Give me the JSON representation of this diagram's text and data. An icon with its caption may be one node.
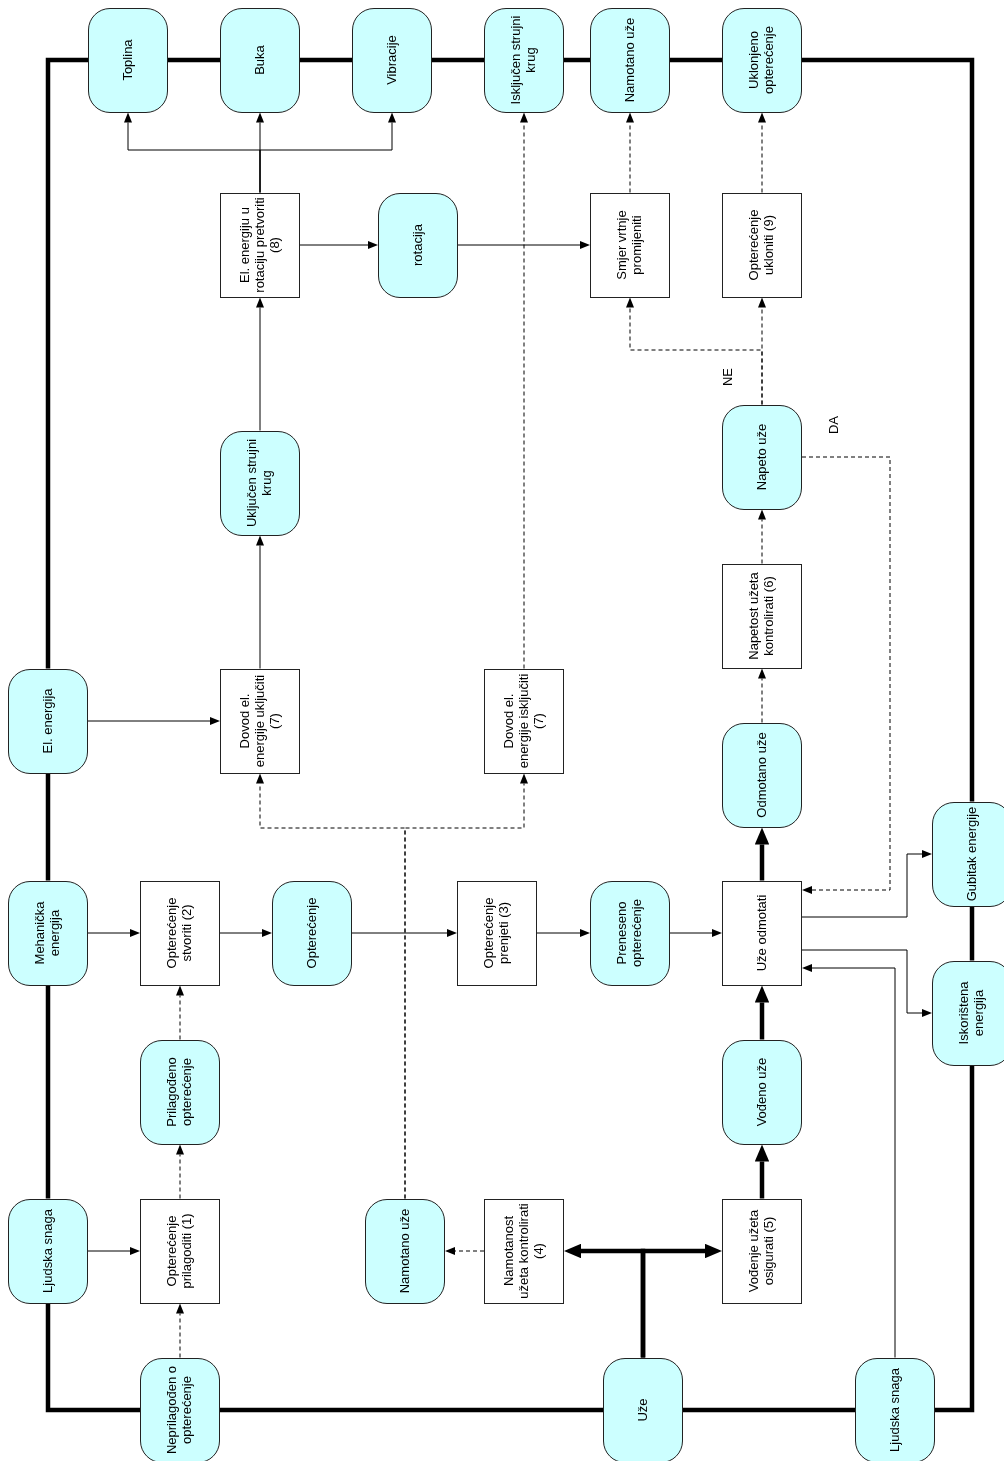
{
  "diagram": {
    "nodes": [
      {
        "text": [
          "Toplina"
        ]
      },
      {
        "text": [
          "Buka"
        ]
      },
      {
        "text": [
          "Vibracije"
        ]
      },
      {
        "text": [
          "Isključen strujni krug"
        ]
      },
      {
        "text": [
          "Namotano uže"
        ]
      },
      {
        "text": [
          "Uklonjeno opterećenje"
        ]
      },
      {
        "text": [
          "El. energiju u rotaciju pretvoriti (8)"
        ]
      },
      {
        "text": [
          "rotacija"
        ]
      },
      {
        "text": [
          "Smjer vrtnje promijeniti"
        ]
      },
      {
        "text": [
          "Opterećenje ukloniti (9)"
        ]
      },
      {
        "text": [
          "Napeto uže"
        ]
      },
      {
        "text": [
          "Uključen strujni krug"
        ]
      },
      {
        "text": [
          "Napetost užeta kontrolirati (6)"
        ]
      },
      {
        "text": [
          "El. energija"
        ]
      },
      {
        "text": [
          "Dovod el. energije uključiti (7)"
        ]
      },
      {
        "text": [
          "Dovod el. energije isključiti (7)"
        ]
      },
      {
        "text": [
          "Odmotano uže"
        ]
      },
      {
        "text": [
          "Gubitak energije"
        ]
      },
      {
        "text": [
          "Mehanička energija"
        ]
      },
      {
        "text": [
          "Opterećenje stvoriti (2)"
        ]
      },
      {
        "text": [
          "Opterećenje"
        ]
      },
      {
        "text": [
          "Opterećenje prenjeti (3)"
        ]
      },
      {
        "text": [
          "Preneseno opterećenje"
        ]
      },
      {
        "text": [
          "Uže odmotati"
        ]
      },
      {
        "text": [
          "Iskorištena energija"
        ]
      },
      {
        "text": [
          "Prilagođeno opterećenje"
        ]
      },
      {
        "text": [
          "Vođeno uže"
        ]
      },
      {
        "text": [
          "Ljudska snaga"
        ]
      },
      {
        "text": [
          "Opterećenje prilagoditi (1)"
        ]
      },
      {
        "text": [
          "Namotano uže"
        ]
      },
      {
        "text": [
          "Namotanost užeta kontrolirati (4)"
        ]
      },
      {
        "text": [
          "Vođenje užeta osigurati (5)"
        ]
      },
      {
        "text": [
          "Neprilagođen o opterećenje"
        ]
      },
      {
        "text": [
          "Uže"
        ]
      },
      {
        "text": [
          "Ljudska snaga"
        ]
      }
    ],
    "edges": [
      {
        "from": 6,
        "to": 0,
        "arrow": "to"
      },
      {
        "from": 6,
        "to": 1,
        "arrow": "to"
      },
      {
        "from": 6,
        "to": 2,
        "arrow": "to"
      },
      {
        "from": 11,
        "to": 6,
        "arrow": "to"
      },
      {
        "from": 14,
        "to": 11,
        "arrow": "to"
      },
      {
        "from": 6,
        "to": 7,
        "arrow": "to"
      },
      {
        "from": 7,
        "to": 8,
        "arrow": "to"
      },
      {
        "from": 15,
        "to": 3,
        "arrow": "to",
        "style": "dashed"
      },
      {
        "from": 8,
        "to": 4,
        "arrow": "to",
        "style": "dashed"
      },
      {
        "from": 9,
        "to": 5,
        "arrow": "to",
        "style": "dashed"
      },
      {
        "from": 10,
        "to": 9,
        "arrow": "to",
        "style": "dashed"
      },
      {
        "from": 10,
        "to": 8,
        "arrow": "to",
        "style": "dashed",
        "label": "NE"
      },
      {
        "from": 10,
        "to": 23,
        "arrow": "to",
        "style": "dashed",
        "label": "DA"
      },
      {
        "from": 12,
        "to": 10,
        "arrow": "to",
        "style": "dashed"
      },
      {
        "from": 16,
        "to": 12,
        "arrow": "to",
        "style": "dashed"
      },
      {
        "from": 13,
        "to": 14,
        "arrow": "to"
      },
      {
        "from": 29,
        "to": 14,
        "arrow": "to",
        "style": "dashed"
      },
      {
        "from": 29,
        "to": 15,
        "arrow": "to",
        "style": "dashed"
      },
      {
        "from": 18,
        "to": 19,
        "arrow": "to"
      },
      {
        "from": 19,
        "to": 20,
        "arrow": "to"
      },
      {
        "from": 20,
        "to": 21,
        "arrow": "to"
      },
      {
        "from": 21,
        "to": 22,
        "arrow": "to"
      },
      {
        "from": 22,
        "to": 23,
        "arrow": "to"
      },
      {
        "from": 23,
        "to": 16,
        "arrow": "to",
        "style": "thick"
      },
      {
        "from": 23,
        "to": 17,
        "arrow": "to"
      },
      {
        "from": 23,
        "to": 24,
        "arrow": "to"
      },
      {
        "from": 34,
        "to": 23,
        "arrow": "to"
      },
      {
        "from": 28,
        "to": 25,
        "arrow": "to",
        "style": "dashed"
      },
      {
        "from": 25,
        "to": 19,
        "arrow": "to",
        "style": "dashed"
      },
      {
        "from": 27,
        "to": 28,
        "arrow": "to"
      },
      {
        "from": 32,
        "to": 28,
        "arrow": "to",
        "style": "dashed"
      },
      {
        "from": 30,
        "to": 29,
        "arrow": "to",
        "style": "dashed"
      },
      {
        "from": 33,
        "to": 30,
        "arrow": "to",
        "style": "thick"
      },
      {
        "from": 33,
        "to": 31,
        "arrow": "to",
        "style": "thick"
      },
      {
        "from": 31,
        "to": 26,
        "arrow": "to",
        "style": "thick"
      },
      {
        "from": 26,
        "to": 23,
        "arrow": "to",
        "style": "thick"
      },
      {
        "from": 0,
        "to": 1,
        "arrow": "none",
        "style": "thick"
      },
      {
        "from": 1,
        "to": 2,
        "arrow": "none",
        "style": "thick"
      },
      {
        "from": 2,
        "to": 3,
        "arrow": "none",
        "style": "thick"
      },
      {
        "from": 3,
        "to": 4,
        "arrow": "none",
        "style": "thick"
      },
      {
        "from": 4,
        "to": 5,
        "arrow": "none",
        "style": "thick"
      },
      {
        "from": 5,
        "to": 17,
        "arrow": "none",
        "style": "thick"
      },
      {
        "from": 17,
        "to": 24,
        "arrow": "none",
        "style": "thick"
      },
      {
        "from": 24,
        "to": 34,
        "arrow": "none",
        "style": "thick"
      },
      {
        "from": 34,
        "to": 33,
        "arrow": "none",
        "style": "thick"
      },
      {
        "from": 33,
        "to": 32,
        "arrow": "none",
        "style": "thick"
      },
      {
        "from": 32,
        "to": 27,
        "arrow": "none",
        "style": "thick"
      },
      {
        "from": 27,
        "to": 18,
        "arrow": "none",
        "style": "thick"
      },
      {
        "from": 18,
        "to": 13,
        "arrow": "none",
        "style": "thick"
      },
      {
        "from": 13,
        "to": 0,
        "arrow": "none",
        "style": "thick"
      }
    ]
  }
}
